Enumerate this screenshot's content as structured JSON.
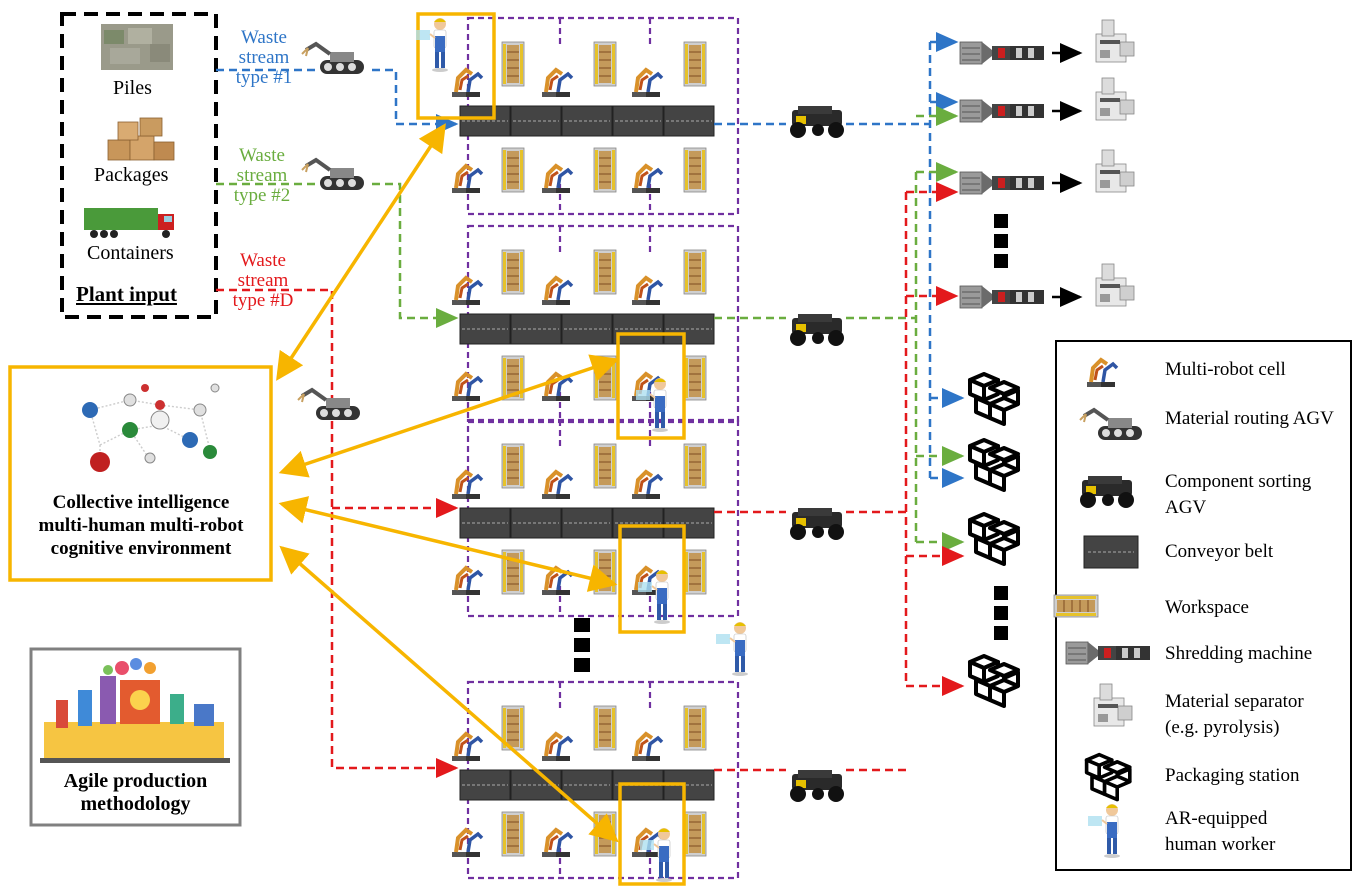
{
  "plant_input": {
    "title": "Plant input",
    "sources": [
      {
        "label": "Piles",
        "icon": "rubble-pile-icon"
      },
      {
        "label": "Packages",
        "icon": "cardboard-boxes-icon"
      },
      {
        "label": "Containers",
        "icon": "container-truck-icon"
      }
    ]
  },
  "waste_streams": [
    {
      "lines": [
        "Waste",
        "stream",
        "type #1"
      ],
      "color": "#2e75c7"
    },
    {
      "lines": [
        "Waste",
        "stream",
        "type #2"
      ],
      "color": "#6aad3f"
    },
    {
      "lines": [
        "Waste",
        "stream",
        "type #D"
      ],
      "color": "#e3191c"
    }
  ],
  "collective": {
    "lines": [
      "Collective intelligence",
      "multi-human multi-robot",
      "cognitive environment"
    ],
    "icon": "lightbulb-network-icon"
  },
  "agile": {
    "lines": [
      "Agile production",
      "methodology"
    ],
    "icon": "factory-illustration-icon"
  },
  "legend": [
    {
      "label": "Multi-robot cell",
      "icon": "robot-arm-icon"
    },
    {
      "label": "Material routing AGV",
      "icon": "tracked-agv-icon"
    },
    {
      "label": "Component sorting AGV",
      "icon": "wheeled-agv-icon"
    },
    {
      "label": "Conveyor belt",
      "icon": "conveyor-icon"
    },
    {
      "label": "Workspace",
      "icon": "workspace-icon"
    },
    {
      "label": "Shredding machine",
      "icon": "shredder-icon"
    },
    {
      "label": "Material separator (e.g. pyrolysis)",
      "icon": "separator-icon"
    },
    {
      "label": "Packaging station",
      "icon": "packaging-icon"
    },
    {
      "label": "AR-equipped human worker",
      "icon": "ar-worker-icon"
    }
  ],
  "colors": {
    "stream1": "#2e75c7",
    "stream2": "#6aad3f",
    "streamD": "#e3191c",
    "highlight": "#f7b500",
    "cell_border": "#7030a0",
    "conveyor": "#4a4a4a"
  }
}
